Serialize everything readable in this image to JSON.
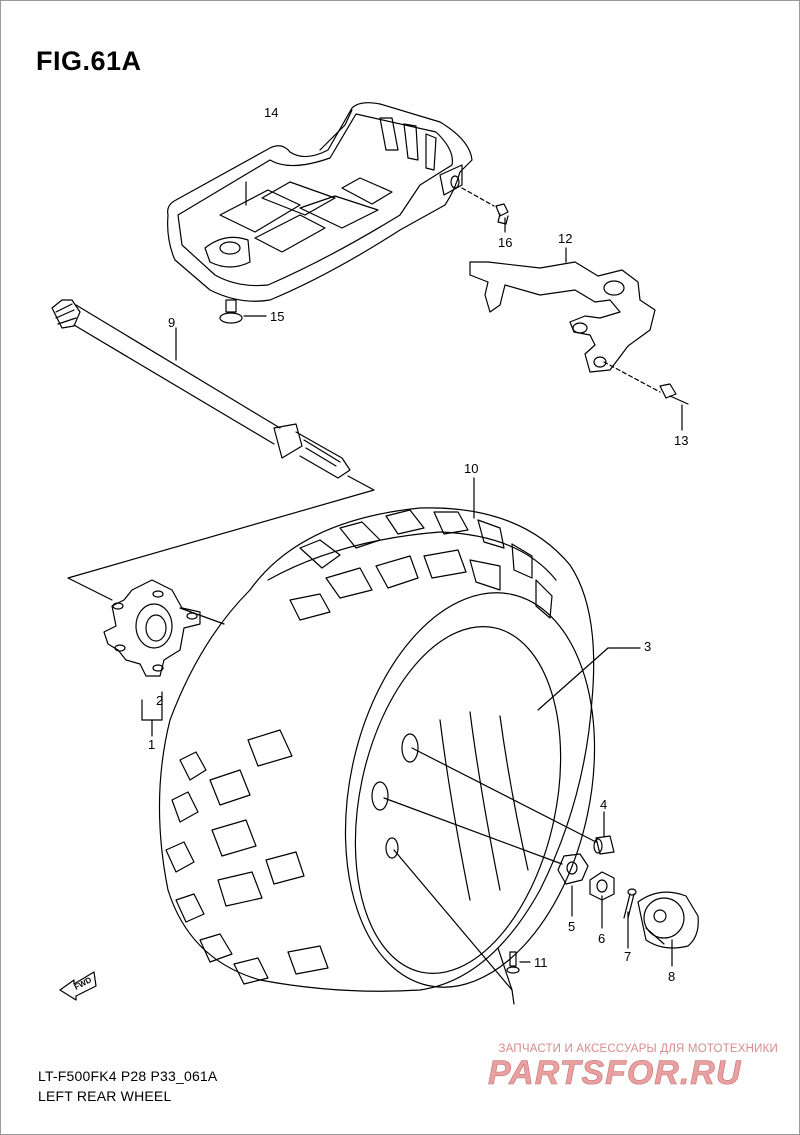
{
  "figure": {
    "title": "FIG.61A"
  },
  "callouts": [
    "1",
    "2",
    "3",
    "4",
    "5",
    "6",
    "7",
    "8",
    "9",
    "10",
    "11",
    "12",
    "13",
    "14",
    "15",
    "16"
  ],
  "fwd_label": "FWD",
  "footer": {
    "model_code": "LT-F500FK4 P28 P33_061A",
    "caption": "LEFT REAR WHEEL"
  },
  "watermark": {
    "tagline": "ЗАПЧАСТИ И АКСЕССУАРЫ ДЛЯ МОТОТЕХНИКИ",
    "brand": "PARTSFOR.RU",
    "brand_color": "#e8a0a0"
  }
}
